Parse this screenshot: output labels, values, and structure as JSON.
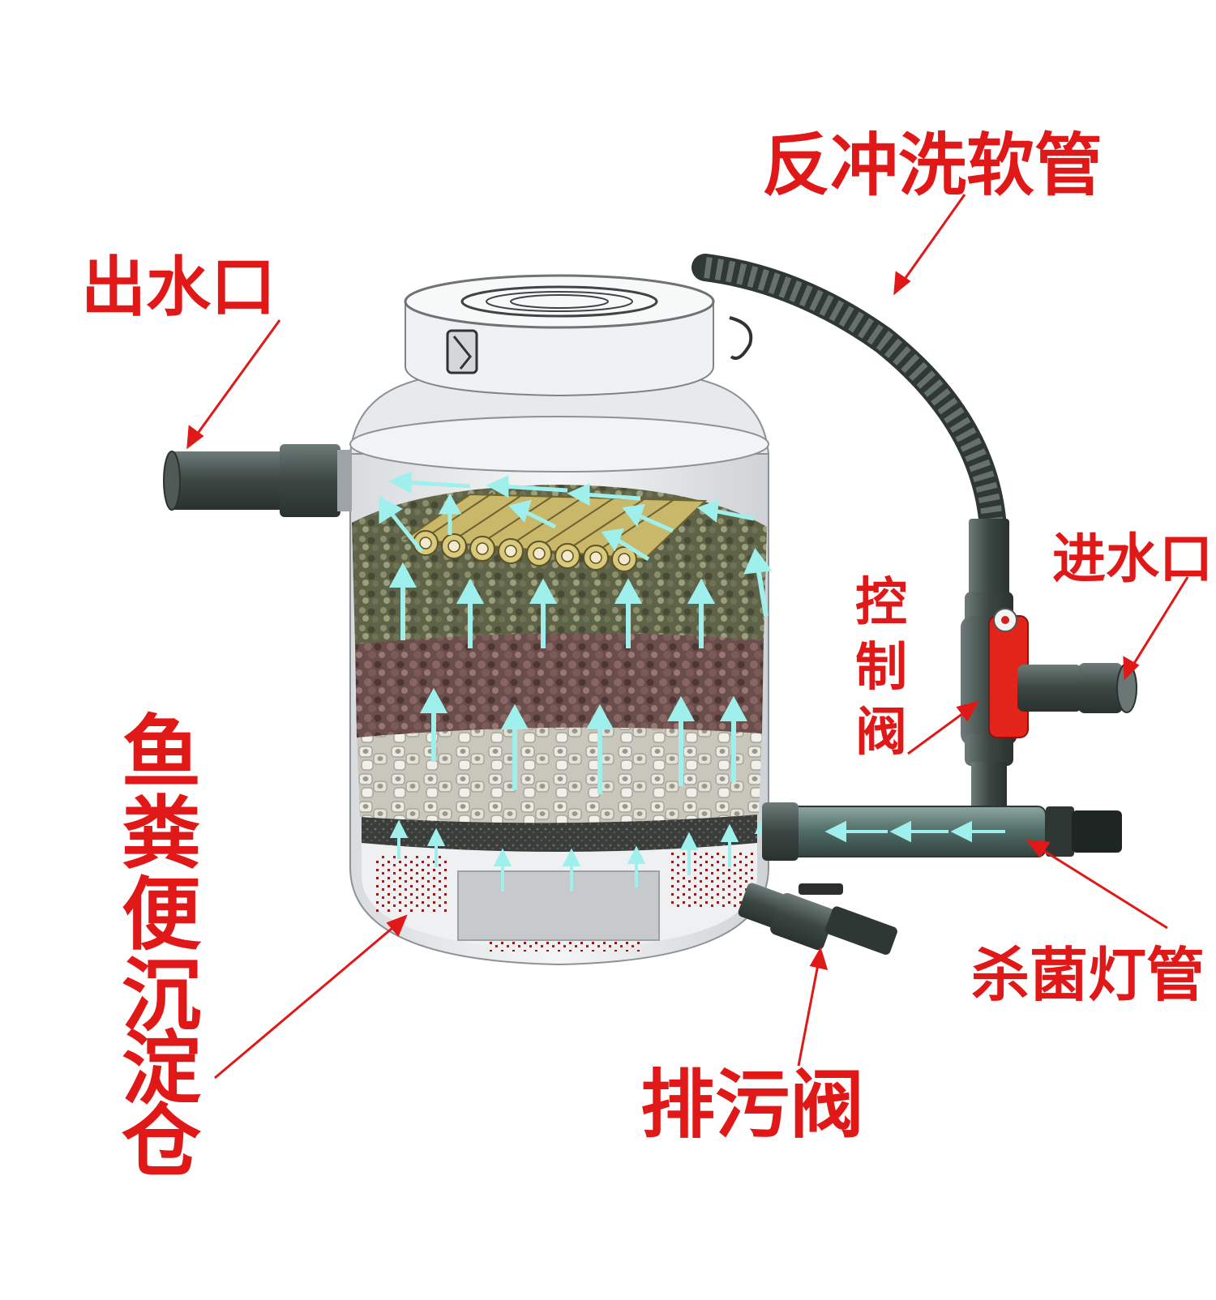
{
  "labels": {
    "backwash_hose": "反冲洗软管",
    "outlet": "出水口",
    "inlet": "进水口",
    "control_valve": "控制阀",
    "sediment_chamber": "鱼粪便沉淀仓",
    "uv_lamp": "杀菌灯管",
    "drain_valve": "排污阀"
  },
  "colors": {
    "label": "#e01818",
    "arrow": "#e01818",
    "flow": "#9ff0ec",
    "valve_handle": "#e3241b",
    "pipe": "#3c4a46",
    "container_glass": "#eceef0"
  },
  "filter_layers": [
    "bamboo tubes",
    "gravel",
    "lava rock",
    "ceramic rings",
    "filter sponge",
    "sludge"
  ]
}
